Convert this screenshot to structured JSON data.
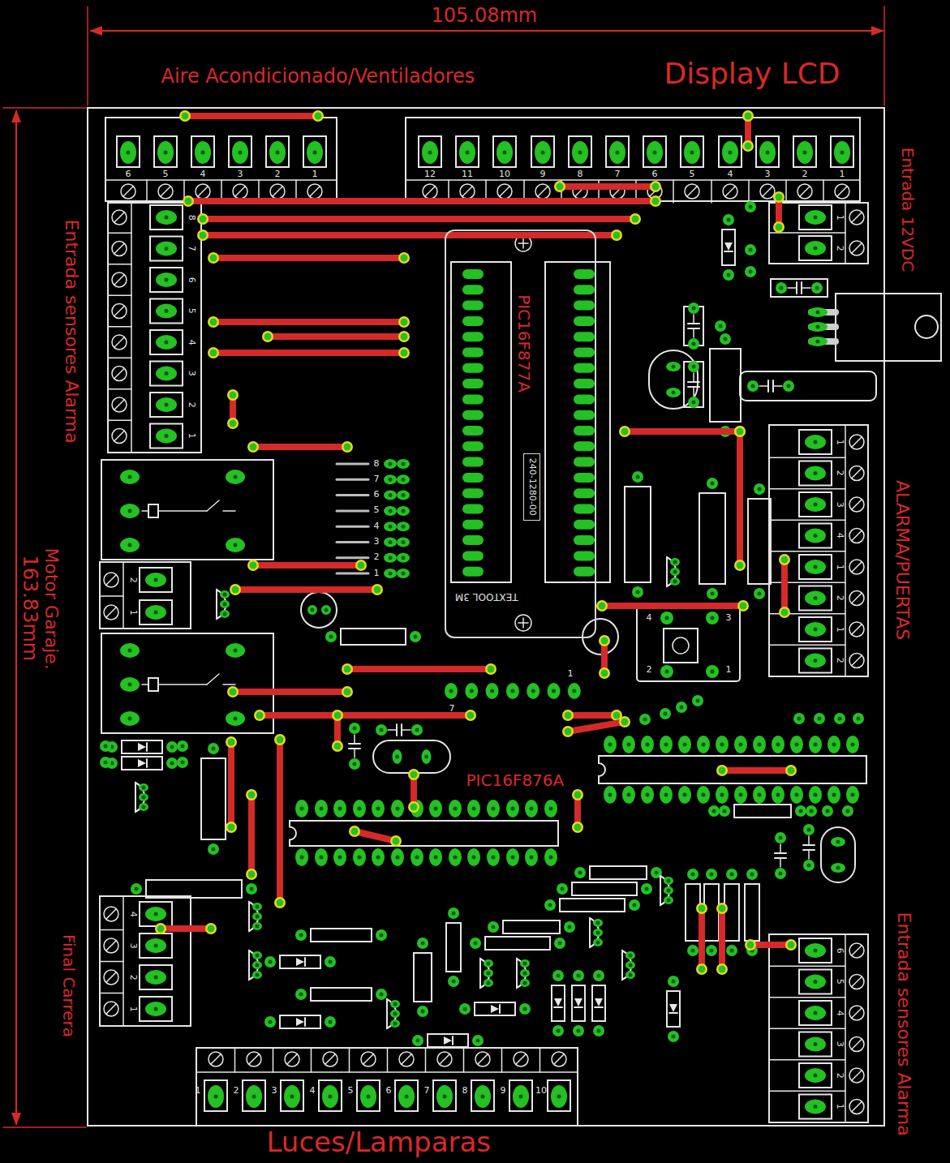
{
  "diagram": {
    "nodes": [
      {
        "text": [
          "PIC16F877A",
          "TEXTOOL 3M"
        ]
      },
      {
        "text": [
          "240-1280-00"
        ],
        "in": 0
      }
    ],
    "labels": [
      "105.08mm",
      "Aire Acondicionado/Ventiladores",
      "Display LCD",
      "Entrada 12VDC",
      "Entrada sensores Alarma",
      "163.83mm",
      "Motor Garaje.",
      "ALARMA/PUERTAS",
      "PIC16F876A",
      "Final Carrera",
      "Entrada sensores Alarma",
      "Luces/Lamparas",
      "6",
      "5",
      "4",
      "3",
      "2",
      "1",
      "12",
      "11",
      "10",
      "9",
      "8",
      "7",
      "6",
      "5",
      "4",
      "3",
      "2",
      "1",
      "8",
      "7",
      "6",
      "5",
      "4",
      "3",
      "2",
      "1",
      "1",
      "2",
      "1",
      "2",
      "3",
      "4",
      "1",
      "2",
      "1",
      "2",
      "6",
      "5",
      "4",
      "3",
      "2",
      "1",
      "2",
      "1",
      "4",
      "3",
      "2",
      "1",
      "1",
      "2",
      "3",
      "4",
      "5",
      "6",
      "7",
      "8",
      "9",
      "10",
      "8",
      "7",
      "6",
      "5",
      "4",
      "3",
      "2",
      "1",
      "4",
      "3",
      "2",
      "1",
      "1",
      "7"
    ]
  }
}
